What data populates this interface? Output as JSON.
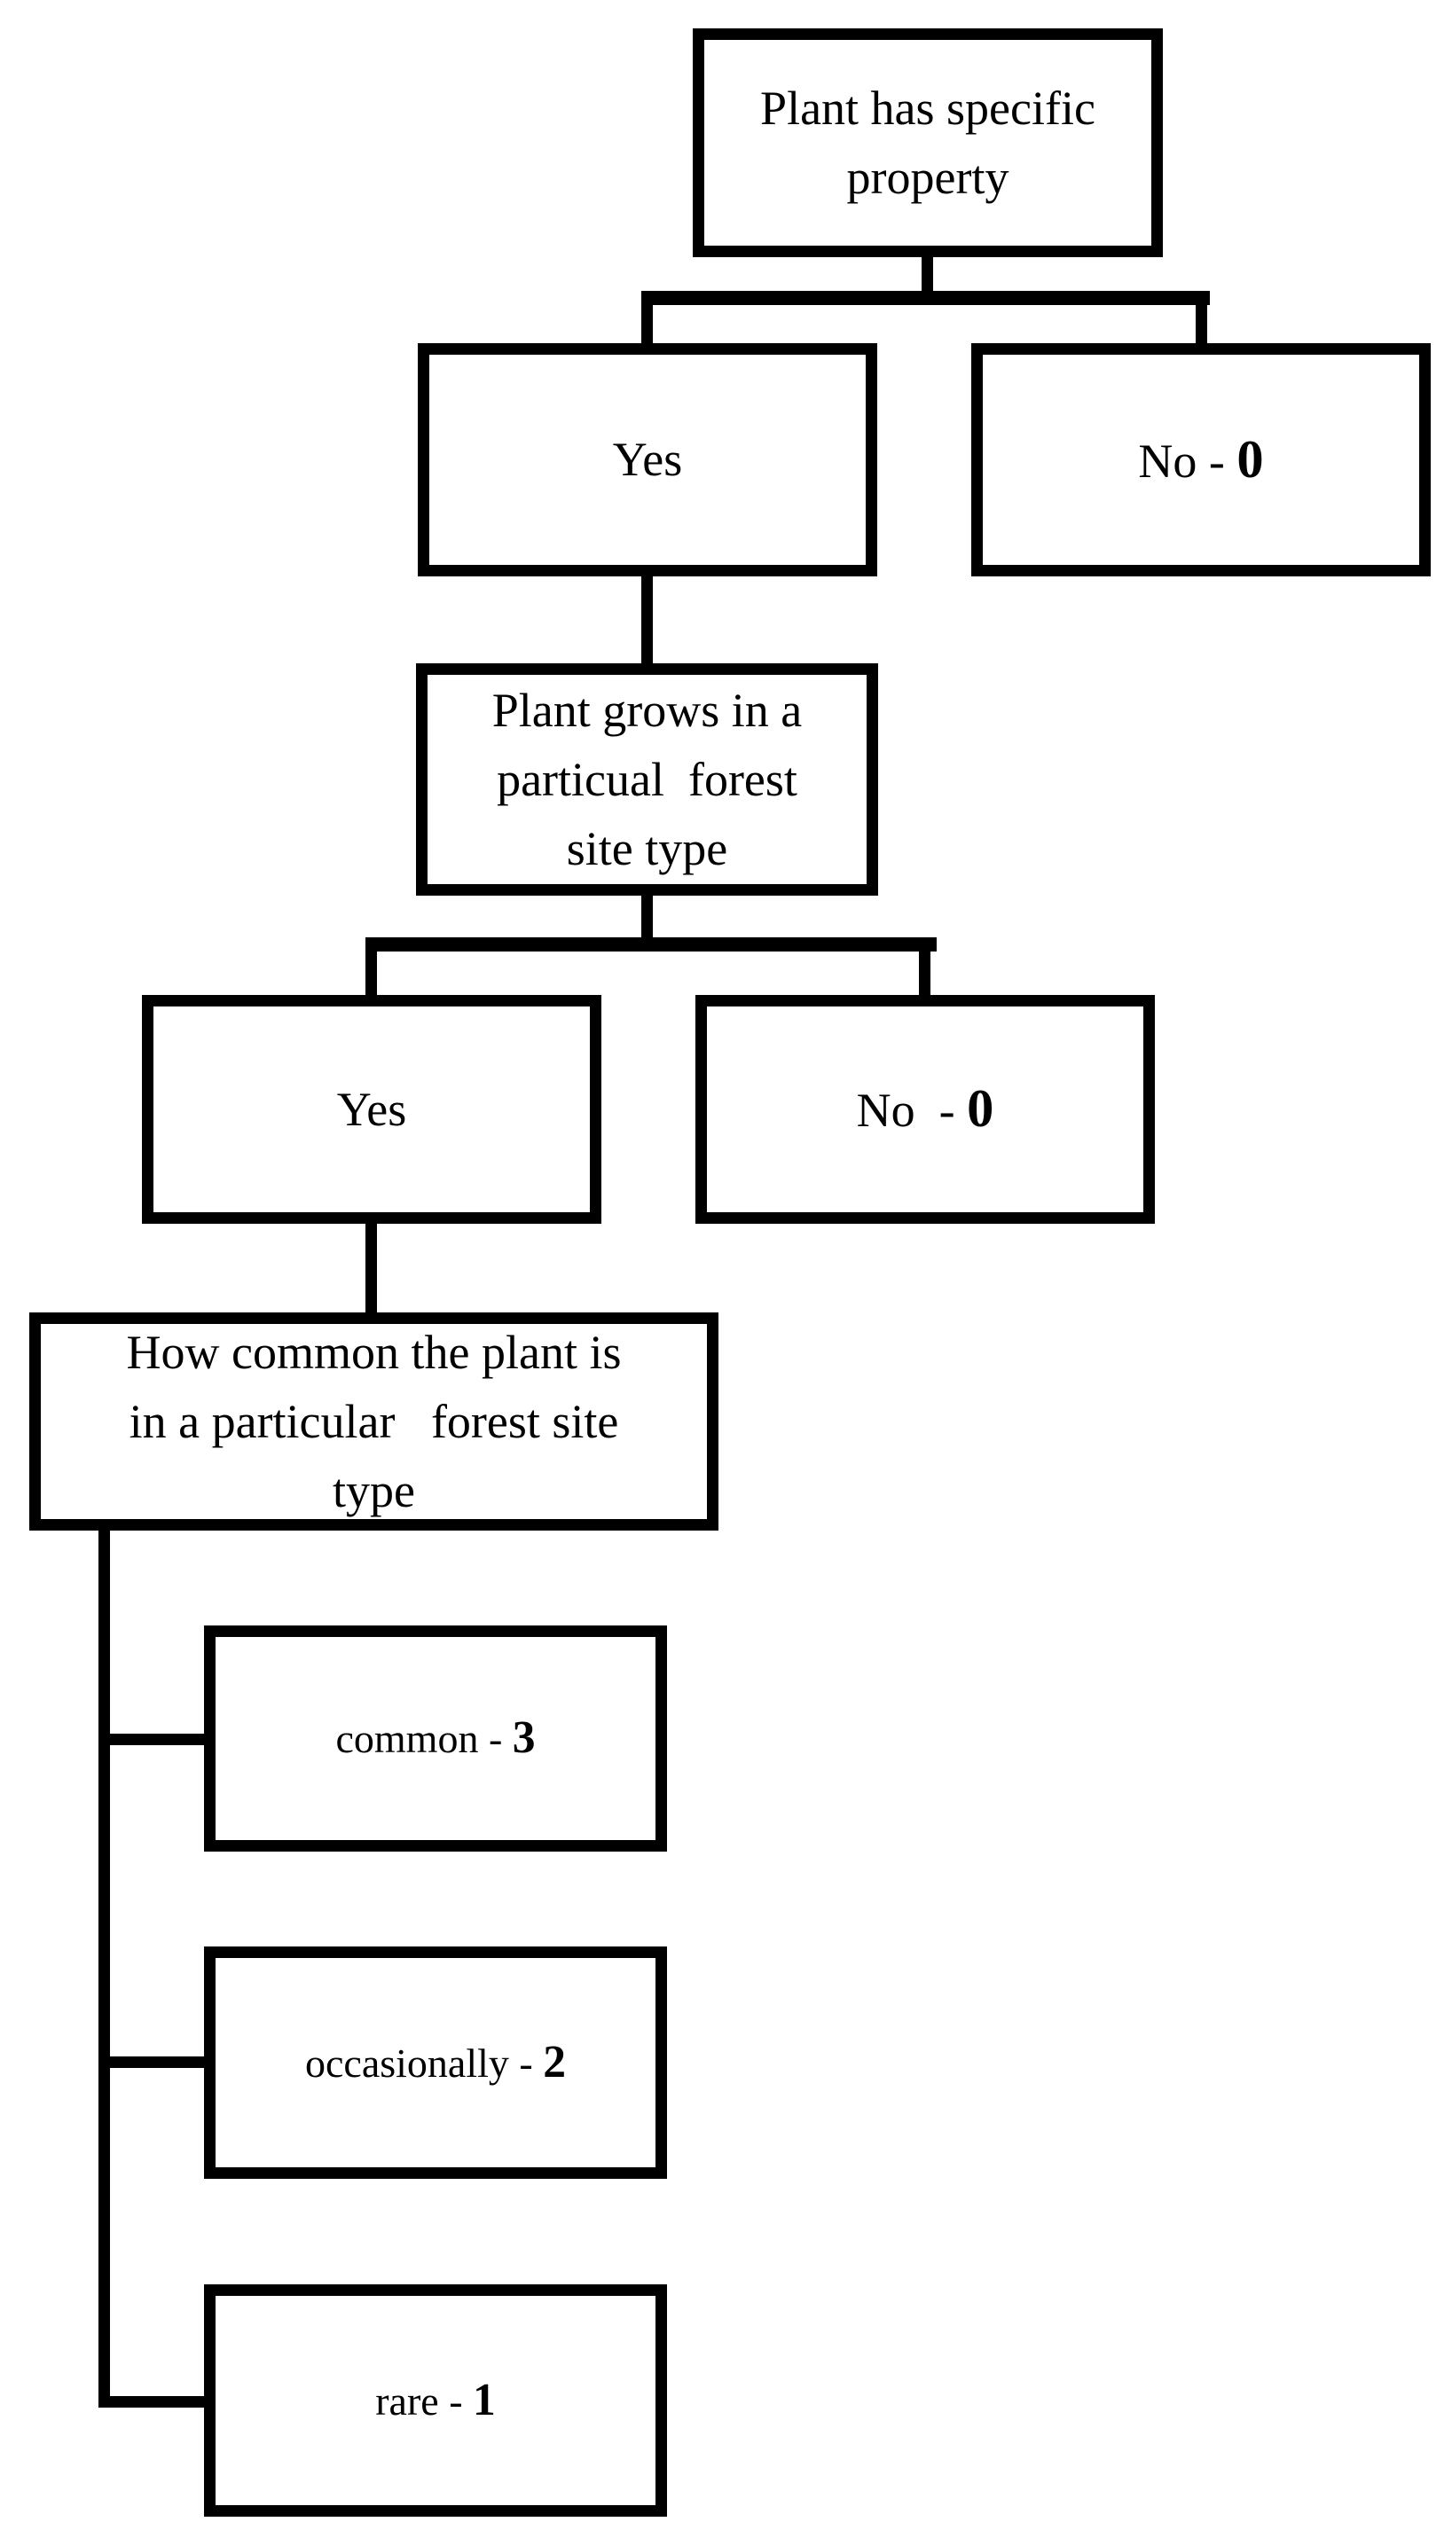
{
  "diagram": {
    "background_color": "#ffffff",
    "line_color": "#000000",
    "nodes": {
      "root": {
        "label": "Plant has specific\nproperty"
      },
      "yes1": {
        "label": "Yes"
      },
      "no1": {
        "label": "No - ",
        "value": "0"
      },
      "grows": {
        "label": "Plant grows in a\nparticual  forest\nsite type"
      },
      "yes2": {
        "label": "Yes"
      },
      "no2": {
        "label": "No  - ",
        "value": "0"
      },
      "how_common": {
        "label": "How common the plant is\nin a particular   forest site\ntype"
      },
      "common": {
        "label": "common - ",
        "value": "3"
      },
      "occasionally": {
        "label": "occasionally - ",
        "value": "2"
      },
      "rare": {
        "label": "rare - ",
        "value": "1"
      }
    },
    "edges": [
      {
        "from": "root",
        "to": "yes1"
      },
      {
        "from": "root",
        "to": "no1"
      },
      {
        "from": "yes1",
        "to": "grows"
      },
      {
        "from": "grows",
        "to": "yes2"
      },
      {
        "from": "grows",
        "to": "no2"
      },
      {
        "from": "yes2",
        "to": "how_common"
      },
      {
        "from": "how_common",
        "to": "common"
      },
      {
        "from": "how_common",
        "to": "occasionally"
      },
      {
        "from": "how_common",
        "to": "rare"
      }
    ]
  }
}
